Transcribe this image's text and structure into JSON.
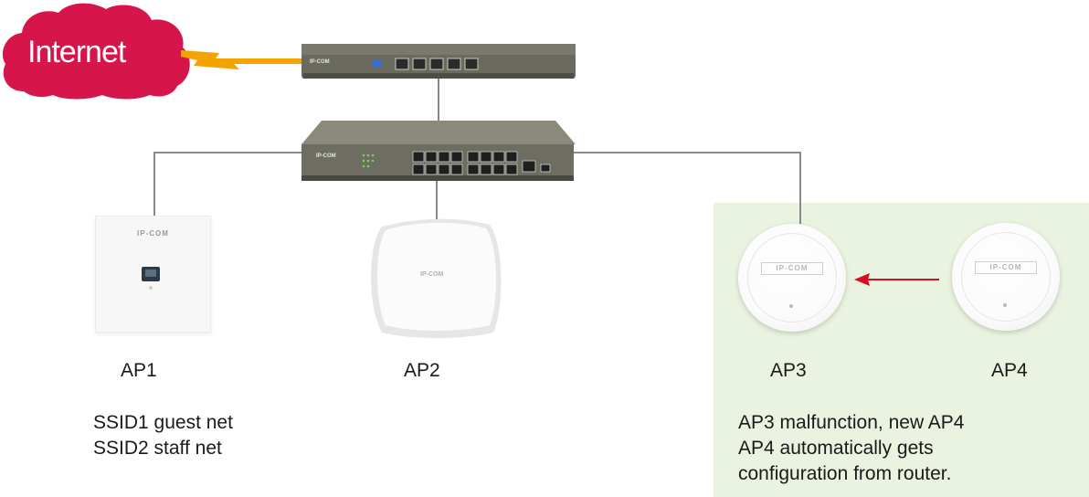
{
  "cloud": {
    "label": "Internet"
  },
  "router": {
    "logo": "IP-COM"
  },
  "switch": {
    "logo": "IP-COM"
  },
  "devices": {
    "ap1": {
      "label": "AP1",
      "logo": "IP-COM"
    },
    "ap2": {
      "label": "AP2",
      "logo": "IP-COM"
    },
    "ap3": {
      "label": "AP3",
      "logo": "IP-COM"
    },
    "ap4": {
      "label": "AP4",
      "logo": "IP-COM"
    }
  },
  "notes": {
    "ap1_line1": "SSID1 guest net",
    "ap1_line2": "SSID2 staff net",
    "ap34_line1": "AP3 malfunction, new AP4",
    "ap34_line2": "AP4 automatically gets",
    "ap34_line3": "configuration from router."
  },
  "colors": {
    "cloud": "#d6164b",
    "bolt": "#f5a300",
    "arrow": "#d50f1f",
    "highlight": "#e9f3df",
    "wire": "#8a8a8a"
  }
}
